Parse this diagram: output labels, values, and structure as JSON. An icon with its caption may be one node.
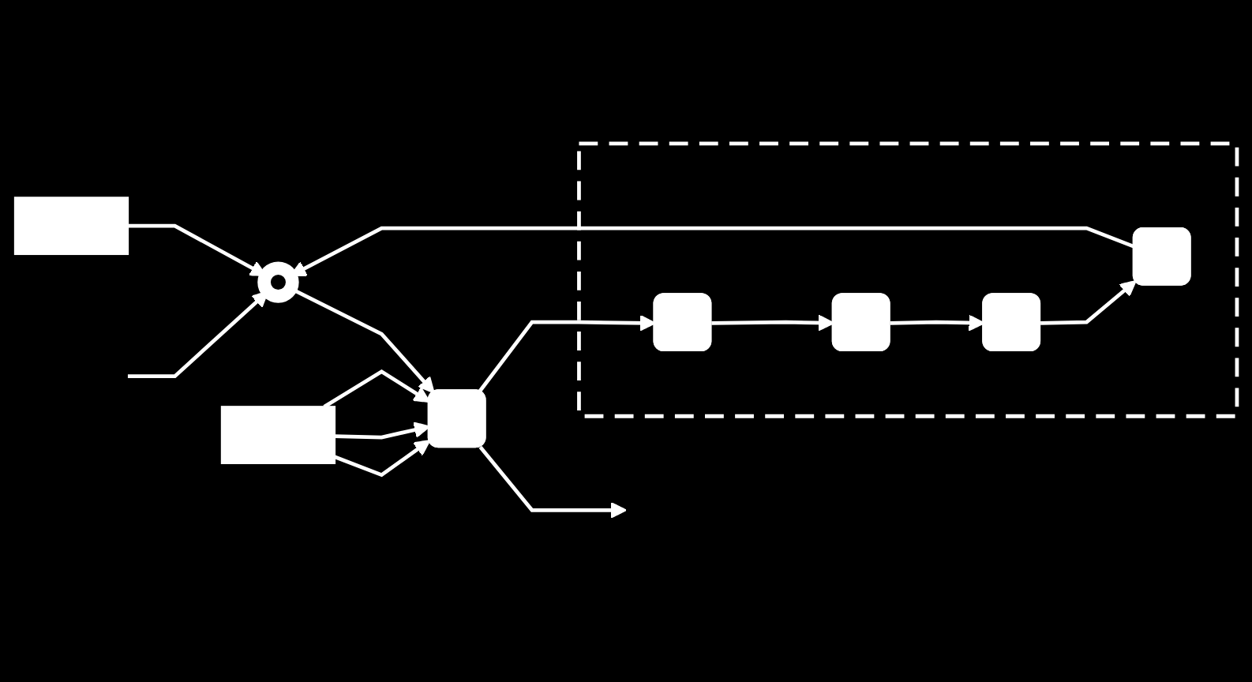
{
  "diagram": {
    "nodes": [
      {
        "text": [],
        "shape": "box"
      },
      {
        "text": [],
        "shape": "circle"
      },
      {
        "text": [],
        "shape": "box"
      },
      {
        "text": [],
        "shape": "box"
      },
      {
        "text": [],
        "shape": "box"
      },
      {
        "text": [],
        "shape": "box",
        "in": 4
      },
      {
        "text": [],
        "shape": "box",
        "in": 4
      },
      {
        "text": [],
        "shape": "box",
        "in": 4
      },
      {
        "text": [],
        "shape": "box",
        "in": 4
      }
    ],
    "edges": [
      {
        "from": null,
        "to": 1,
        "arrow": "to"
      },
      {
        "from": 0,
        "to": 1,
        "arrow": "to"
      },
      {
        "from": 1,
        "to": 3,
        "arrow": "to"
      },
      {
        "from": 2,
        "to": 3,
        "arrow": "to"
      },
      {
        "from": 2,
        "to": 3,
        "arrow": "to"
      },
      {
        "from": 2,
        "to": 3,
        "arrow": "to"
      },
      {
        "from": 3,
        "to": null,
        "arrow": "to"
      },
      {
        "from": 3,
        "to": 5,
        "arrow": "to"
      },
      {
        "from": 5,
        "to": 6,
        "arrow": "to"
      },
      {
        "from": 6,
        "to": 7,
        "arrow": "to"
      },
      {
        "from": 7,
        "to": 8,
        "arrow": "to"
      },
      {
        "from": 8,
        "to": 1,
        "arrow": "to"
      }
    ]
  }
}
